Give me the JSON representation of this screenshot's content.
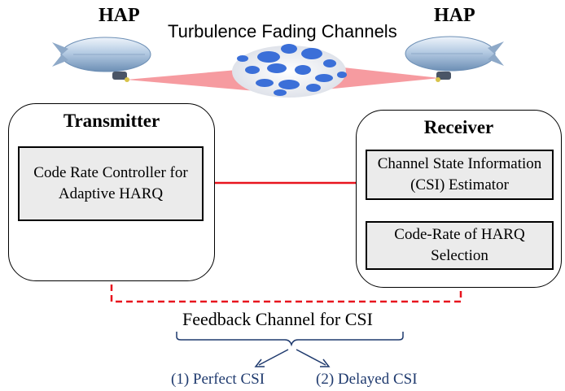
{
  "top": {
    "hap_left": "HAP",
    "hap_right": "HAP",
    "channel_title": "Turbulence Fading Channels"
  },
  "transmitter": {
    "title": "Transmitter",
    "controller_line1": "Code Rate Controller for",
    "controller_line2": "Adaptive HARQ"
  },
  "receiver": {
    "title": "Receiver",
    "csi_line1": "Channel State Information",
    "csi_line2": "(CSI) Estimator",
    "rate_line1": "Code-Rate of HARQ",
    "rate_line2": "Selection"
  },
  "feedback": {
    "label": "Feedback Channel for CSI",
    "option1": "(1) Perfect CSI",
    "option2": "(2) Delayed CSI"
  },
  "colors": {
    "arrow_red": "#e8141e",
    "beam": "#f58a8f",
    "turbulence": "#3b6fd8",
    "option_text": "#1f3a6e"
  }
}
